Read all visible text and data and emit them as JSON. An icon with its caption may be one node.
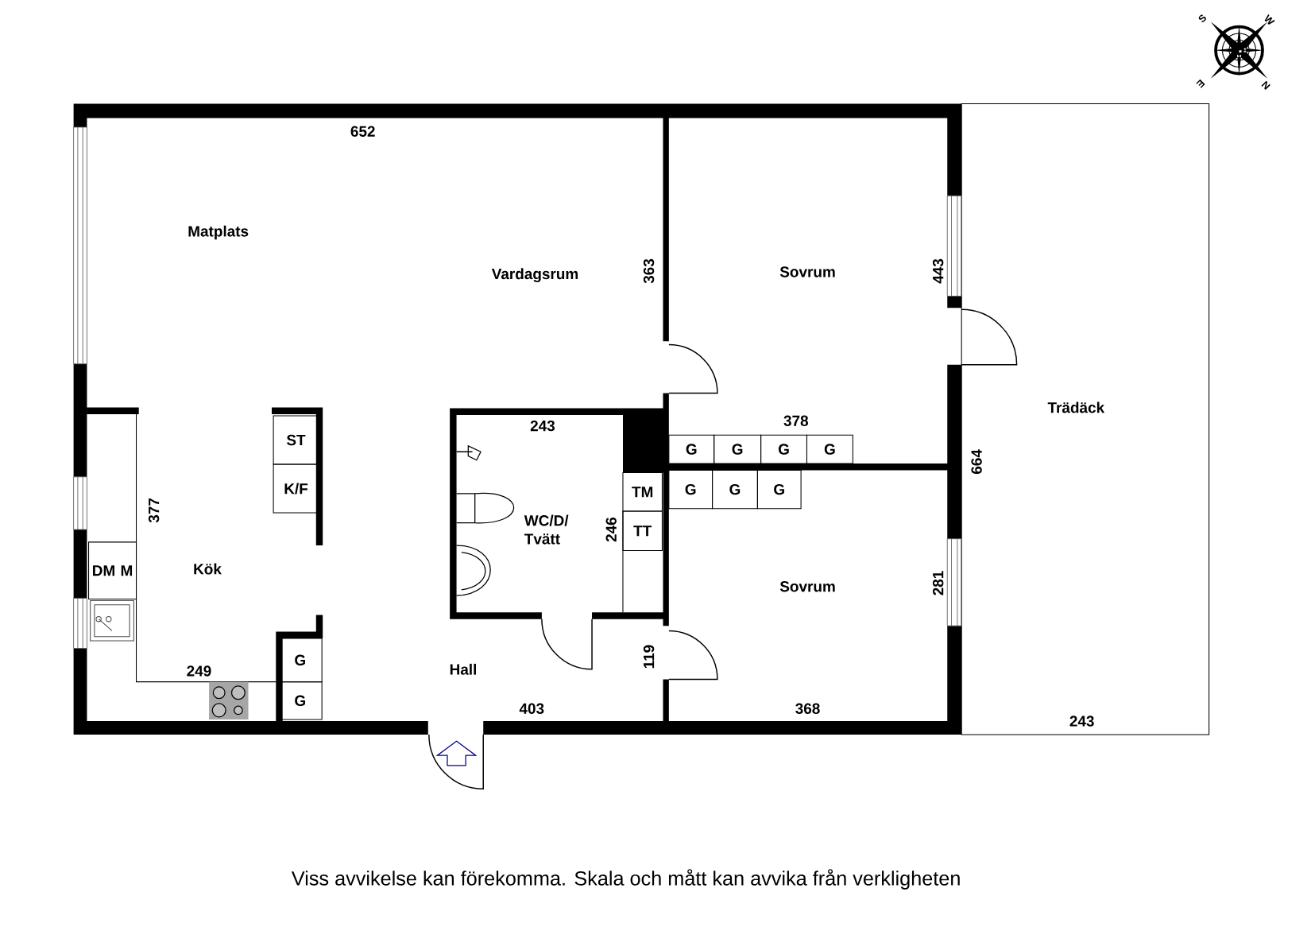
{
  "diagram": {
    "caption": "Viss avvikelse kan förekomma. Skala och mått kan avvika från verkligheten",
    "nodes": [
      {
        "text": [
          "ST"
        ]
      },
      {
        "text": [
          "K/F"
        ]
      },
      {
        "text": [
          "DM M"
        ]
      },
      {
        "text": [
          "G"
        ]
      },
      {
        "text": [
          "G"
        ]
      },
      {
        "text": [
          "TM"
        ]
      },
      {
        "text": [
          "TT"
        ]
      },
      {
        "text": [
          "G"
        ]
      },
      {
        "text": [
          "G"
        ]
      },
      {
        "text": [
          "G"
        ]
      },
      {
        "text": [
          "G"
        ]
      },
      {
        "text": [
          "G"
        ]
      },
      {
        "text": [
          "G"
        ]
      },
      {
        "text": [
          "G"
        ]
      }
    ],
    "labels": [
      "S",
      "W",
      "E",
      "N",
      "652",
      "Matplats",
      "Vardagsrum",
      "363",
      "Sovrum",
      "443",
      "Trädäck",
      "243",
      "378",
      "664",
      "377",
      "WC/D/ Tvätt",
      "246",
      "Kök",
      "Sovrum",
      "281",
      "119",
      "249",
      "Hall",
      "403",
      "368",
      "243"
    ]
  }
}
